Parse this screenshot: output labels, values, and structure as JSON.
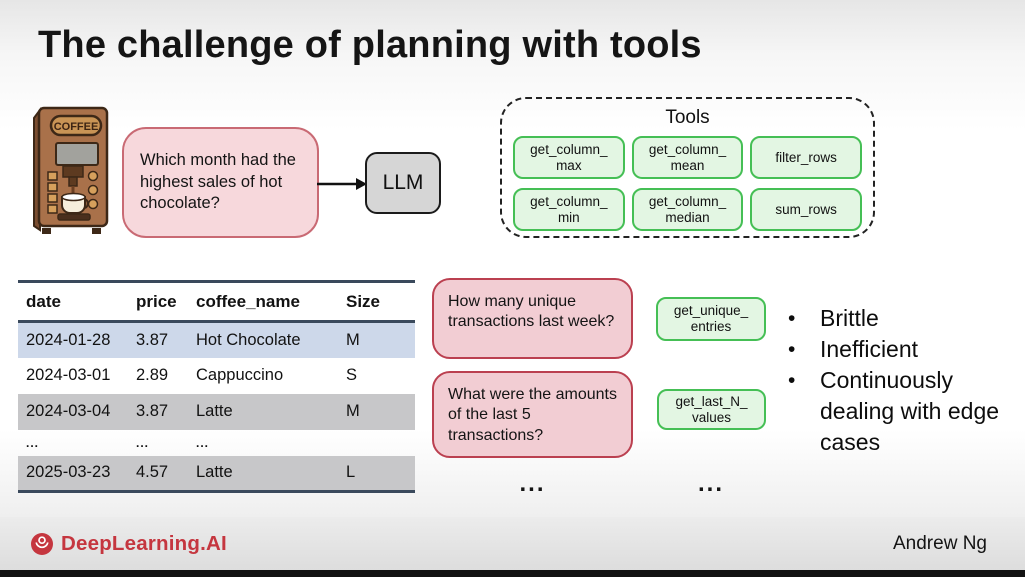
{
  "title": "The challenge of planning with tools",
  "scenario": {
    "machine_label": "COFFEE",
    "question": "Which month had the highest sales of hot chocolate?",
    "llm_label": "LLM"
  },
  "tools_panel": {
    "title": "Tools",
    "tools": [
      "get_column_\nmax",
      "get_column_\nmean",
      "filter_rows",
      "get_column_\nmin",
      "get_column_\nmedian",
      "sum_rows"
    ]
  },
  "table": {
    "headers": [
      "date",
      "price",
      "coffee_name",
      "Size"
    ],
    "rows": [
      {
        "cells": [
          "2024-01-28",
          "3.87",
          "Hot Chocolate",
          "M"
        ],
        "highlight": "blue"
      },
      {
        "cells": [
          "2024-03-01",
          "2.89",
          "Cappuccino",
          "S"
        ],
        "highlight": "none"
      },
      {
        "cells": [
          "2024-03-04",
          "3.87",
          "Latte",
          "M"
        ],
        "highlight": "gray"
      },
      {
        "cells": [
          "...",
          "...",
          "...",
          ""
        ],
        "highlight": "none"
      },
      {
        "cells": [
          "2025-03-23",
          "4.57",
          "Latte",
          "L"
        ],
        "highlight": "gray"
      }
    ]
  },
  "followups": {
    "items": [
      {
        "question": "How many unique transactions last week?",
        "tool": "get_unique_\nentries"
      },
      {
        "question": "What were the amounts of the last 5 transactions?",
        "tool": "get_last_N_\nvalues"
      }
    ],
    "more_questions": "...",
    "more_tools": "..."
  },
  "drawbacks": [
    "Brittle",
    "Inefficient",
    "Continuously dealing with edge cases"
  ],
  "footer": {
    "brand": "DeepLearning.AI",
    "author": "Andrew Ng"
  },
  "colors": {
    "bubble_pink_fill": "#f7d8dc",
    "bubble_pink_border": "#c96a74",
    "question_pink_fill": "#f2cdd3",
    "question_pink_border": "#bb4050",
    "tool_green_fill": "#e3f6e3",
    "tool_green_border": "#45bf55",
    "table_rule": "#3a495c",
    "row_highlight_blue": "#cdd8ea",
    "row_highlight_gray": "#c7c7c9",
    "llm_gray": "#d6d6d6",
    "brand_red": "#c5363f"
  }
}
